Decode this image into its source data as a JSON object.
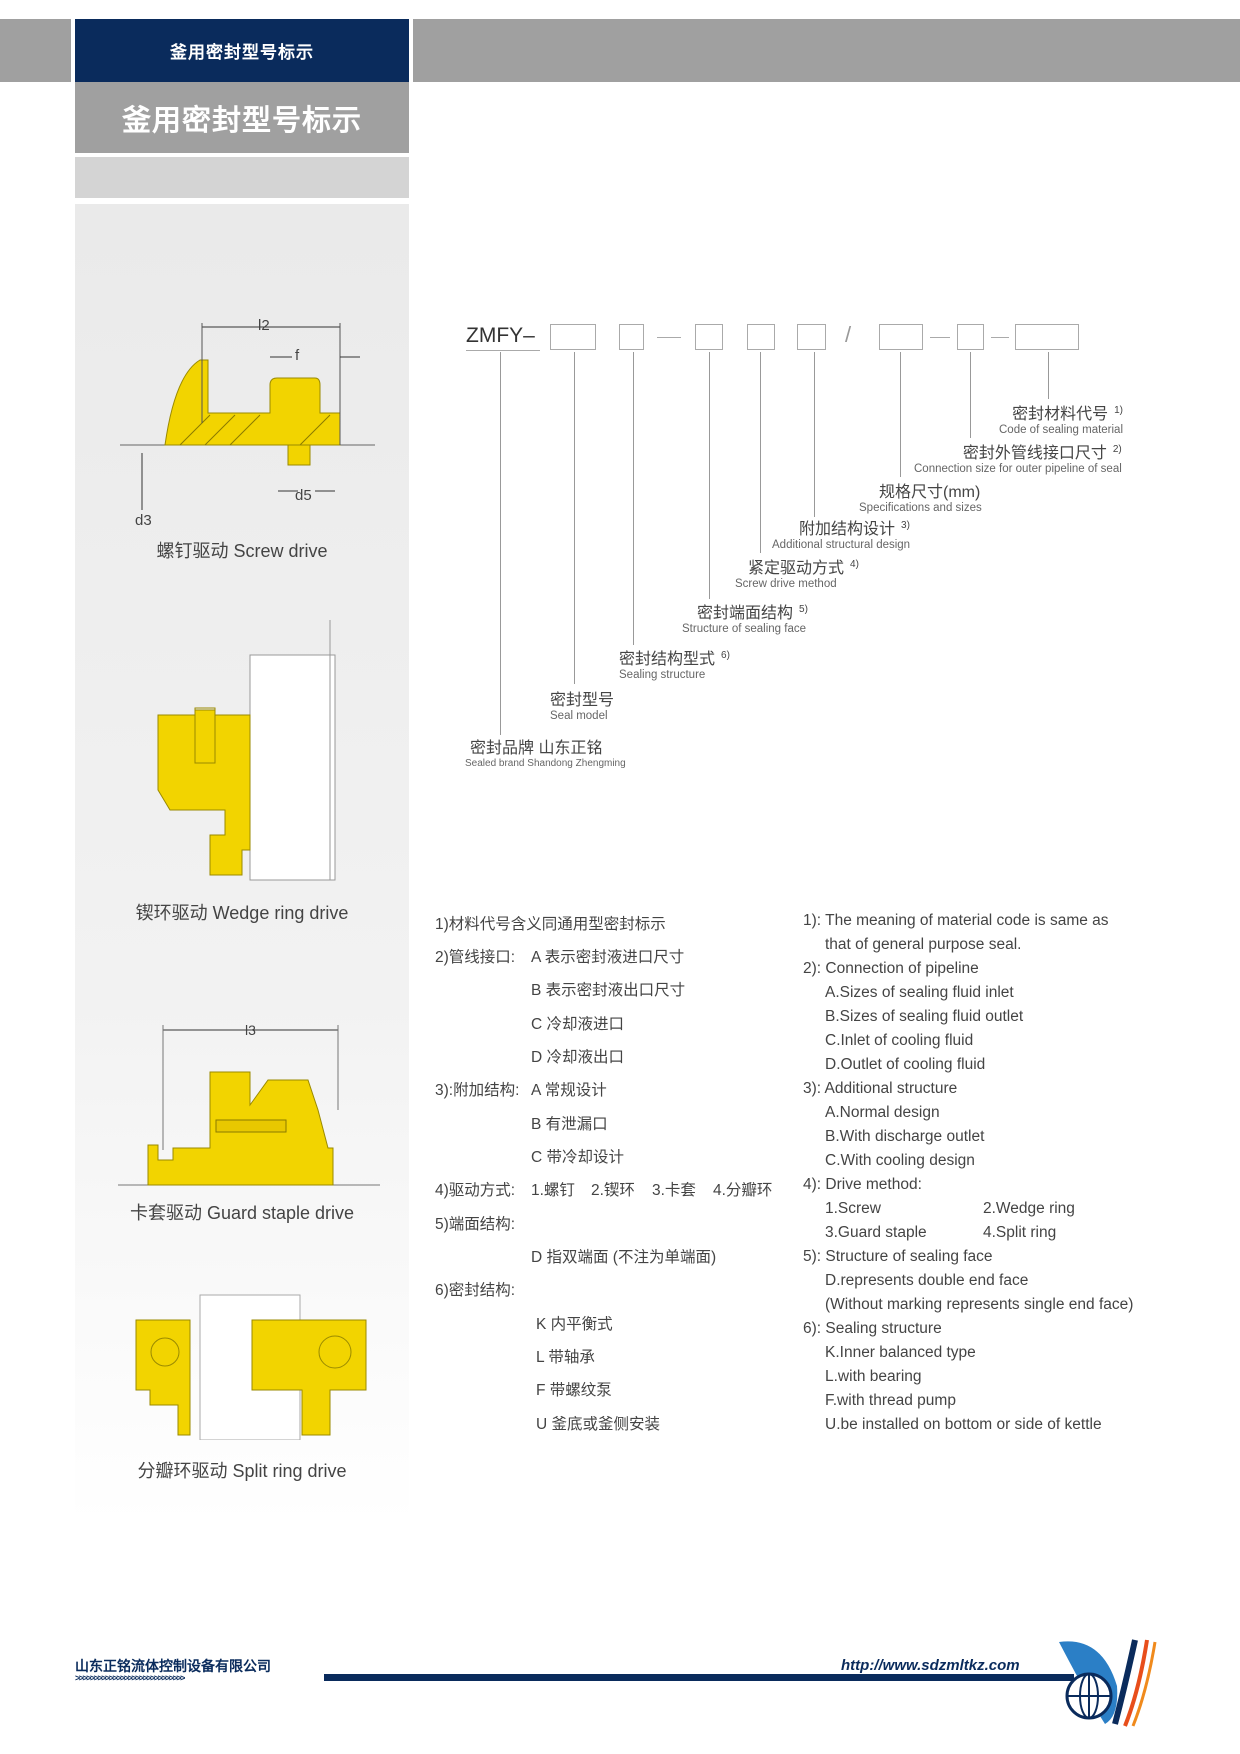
{
  "header": {
    "tab_title": "釜用密封型号标示",
    "section_title": "釜用密封型号标示"
  },
  "drives": [
    {
      "caption": "螺钉驱动 Screw drive",
      "dims": [
        "l2",
        "f",
        "d5",
        "d3"
      ]
    },
    {
      "caption": "锲环驱动 Wedge ring drive"
    },
    {
      "caption": "卡套驱动 Guard staple drive",
      "dims": [
        "l3"
      ]
    },
    {
      "caption": "分瓣环驱动 Split ring drive"
    }
  ],
  "code": {
    "prefix": "ZMFY–",
    "slash": "/",
    "labels": [
      {
        "cn": "密封材料代号",
        "sup": "1)",
        "en": "Code of sealing material"
      },
      {
        "cn": "密封外管线接口尺寸",
        "sup": "2)",
        "en": "Connection size for outer pipeline of seal"
      },
      {
        "cn": "规格尺寸(mm)",
        "sup": "",
        "en": "Specifications and sizes"
      },
      {
        "cn": "附加结构设计",
        "sup": "3)",
        "en": "Additional structural design"
      },
      {
        "cn": "紧定驱动方式",
        "sup": "4)",
        "en": "Screw drive method"
      },
      {
        "cn": "密封端面结构",
        "sup": "5)",
        "en": "Structure of sealing face"
      },
      {
        "cn": "密封结构型式",
        "sup": "6)",
        "en": "Sealing structure"
      },
      {
        "cn": "密封型号",
        "sup": "",
        "en": "Seal model"
      },
      {
        "cn": "密封品牌 山东正铭",
        "sup": "",
        "en": "Sealed brand Shandong Zhengming"
      }
    ]
  },
  "notes_cn": [
    "1)材料代号含义同通用型密封标示",
    "2)管线接口:",
    "A 表示密封液进口尺寸",
    "B 表示密封液出口尺寸",
    "C 冷却液进口",
    "D 冷却液出口",
    "3):附加结构:",
    "A 常规设计",
    "B 有泄漏口",
    "C 带冷却设计",
    "4)驱动方式:",
    "1.螺钉",
    "2.锲环",
    "3.卡套",
    "4.分瓣环",
    "5)端面结构:",
    "D 指双端面 (不注为单端面)",
    "6)密封结构:",
    "K 内平衡式",
    "L 带轴承",
    "F 带螺纹泵",
    "U 釜底或釜侧安装"
  ],
  "notes_en": [
    "1): The meaning of material code is same as",
    "that of general purpose seal.",
    "2): Connection of pipeline",
    "A.Sizes of sealing fluid inlet",
    "B.Sizes of sealing fluid outlet",
    "C.Inlet of cooling fluid",
    "D.Outlet of cooling fluid",
    "3): Additional structure",
    "A.Normal design",
    "B.With discharge outlet",
    "C.With cooling design",
    "4): Drive method:",
    "1.Screw",
    "2.Wedge ring",
    "3.Guard staple",
    "4.Split ring",
    "5): Structure of sealing face",
    "D.represents double end face",
    "(Without marking represents single end face)",
    "6): Sealing structure",
    "K.Inner balanced type",
    "L.with bearing",
    "F.with thread pump",
    "U.be installed on bottom or side of kettle"
  ],
  "footer": {
    "company": "山东正铭流体控制设备有限公司",
    "url": "http://www.sdzmltkz.com",
    "chevrons": ">>>>>>>>>>>>>>>>>>>>>>>>>>>>>"
  },
  "colors": {
    "navy": "#0a2b5c",
    "yellow": "#f2d400",
    "gray": "#a0a0a0"
  }
}
